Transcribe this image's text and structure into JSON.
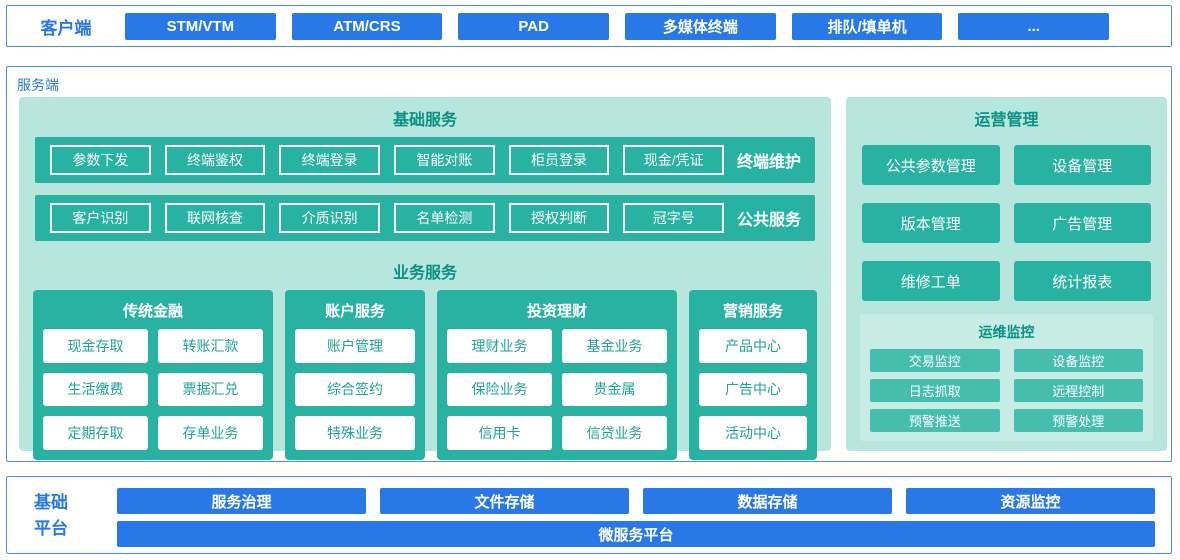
{
  "colors": {
    "accent_blue": "#2878e8",
    "border_blue": "#4a8ef0",
    "teal": "#28b2a2",
    "teal_light_panel": "#b6e6dc",
    "teal_dark_text": "#0a9182",
    "monitor_panel_bg": "#c6ece4",
    "monitor_button": "#45beae",
    "card_text": "#1ea394"
  },
  "client": {
    "label": "客户端",
    "items": [
      "STM/VTM",
      "ATM/CRS",
      "PAD",
      "多媒体终端",
      "排队/填单机",
      "..."
    ]
  },
  "server": {
    "label": "服务端",
    "basic_services": {
      "title": "基础服务",
      "rows": [
        {
          "label": "终端维护",
          "items": [
            "参数下发",
            "终端鉴权",
            "终端登录",
            "智能对账",
            "柜员登录",
            "现金/凭证"
          ]
        },
        {
          "label": "公共服务",
          "items": [
            "客户识别",
            "联网核查",
            "介质识别",
            "名单检测",
            "授权判断",
            "冠字号"
          ]
        }
      ]
    },
    "business_services": {
      "title": "业务服务",
      "groups": [
        {
          "title": "传统金融",
          "items": [
            "现金存取",
            "转账汇款",
            "生活缴费",
            "票据汇兑",
            "定期存取",
            "存单业务"
          ]
        },
        {
          "title": "账户服务",
          "items": [
            "账户管理",
            "综合签约",
            "特殊业务"
          ]
        },
        {
          "title": "投资理财",
          "items": [
            "理财业务",
            "基金业务",
            "保险业务",
            "贵金属",
            "信用卡",
            "信贷业务"
          ]
        },
        {
          "title": "营销服务",
          "items": [
            "产品中心",
            "广告中心",
            "活动中心"
          ]
        }
      ]
    },
    "operations": {
      "title": "运营管理",
      "items": [
        "公共参数管理",
        "设备管理",
        "版本管理",
        "广告管理",
        "维修工单",
        "统计报表"
      ],
      "monitoring": {
        "title": "运维监控",
        "items": [
          "交易监控",
          "设备监控",
          "日志抓取",
          "远程控制",
          "预警推送",
          "预警处理"
        ]
      }
    }
  },
  "platform": {
    "label": "基础平台",
    "items": [
      "服务治理",
      "文件存储",
      "数据存储",
      "资源监控"
    ],
    "full_width_item": "微服务平台"
  }
}
